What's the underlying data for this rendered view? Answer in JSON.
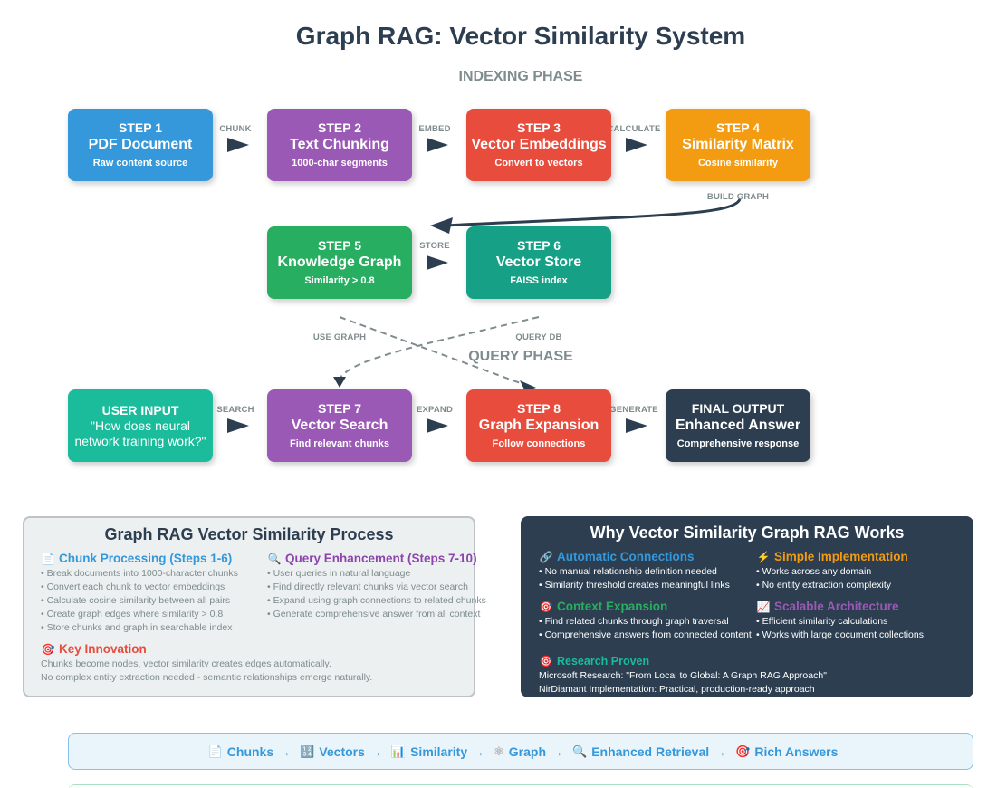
{
  "title": "Graph RAG: Vector Similarity System",
  "phases": {
    "indexing": "INDEXING PHASE",
    "query": "QUERY PHASE"
  },
  "colors": {
    "blue": "#3498db",
    "purple": "#9b59b6",
    "red": "#e74c3c",
    "orange": "#f39c12",
    "green": "#27ae60",
    "teal": "#16a085",
    "turquoise": "#1abc9c",
    "dark": "#2c3e50",
    "gray": "#7f8c8d"
  },
  "nodes": {
    "step1": {
      "step": "STEP 1",
      "name": "PDF Document",
      "desc": "Raw content source"
    },
    "step2": {
      "step": "STEP 2",
      "name": "Text Chunking",
      "desc": "1000-char segments"
    },
    "step3": {
      "step": "STEP 3",
      "name": "Vector Embeddings",
      "desc": "Convert to vectors"
    },
    "step4": {
      "step": "STEP 4",
      "name": "Similarity Matrix",
      "desc": "Cosine similarity"
    },
    "step5": {
      "step": "STEP 5",
      "name": "Knowledge Graph",
      "desc": "Similarity > 0.8"
    },
    "step6": {
      "step": "STEP 6",
      "name": "Vector Store",
      "desc": "FAISS index"
    },
    "user_input": {
      "step": "USER INPUT",
      "query": "\"How does neural network training work?\""
    },
    "step7": {
      "step": "STEP 7",
      "name": "Vector Search",
      "desc": "Find relevant chunks"
    },
    "step8": {
      "step": "STEP 8",
      "name": "Graph Expansion",
      "desc": "Follow connections"
    },
    "final": {
      "step": "FINAL OUTPUT",
      "name": "Enhanced Answer",
      "desc": "Comprehensive response"
    }
  },
  "edges": {
    "chunk": "CHUNK",
    "embed": "EMBED",
    "calculate": "CALCULATE",
    "build_graph": "BUILD GRAPH",
    "store": "STORE",
    "use_graph": "USE GRAPH",
    "query_db": "QUERY DB",
    "search": "SEARCH",
    "expand": "EXPAND",
    "generate": "GENERATE"
  },
  "process_panel": {
    "title": "Graph RAG Vector Similarity Process",
    "chunk_processing": {
      "icon": "📄",
      "title": "Chunk Processing (Steps 1-6)",
      "items": [
        "• Break documents into 1000-character chunks",
        "• Convert each chunk to vector embeddings",
        "• Calculate cosine similarity between all pairs",
        "• Create graph edges where similarity > 0.8",
        "• Store chunks and graph in searchable index"
      ]
    },
    "query_enhancement": {
      "icon": "🔍",
      "title": "Query Enhancement (Steps 7-10)",
      "items": [
        "• User queries in natural language",
        "• Find directly relevant chunks via vector search",
        "• Expand using graph connections to related chunks",
        "• Generate comprehensive answer from all context"
      ]
    },
    "key_innovation": {
      "icon": "🎯",
      "title": "Key Innovation",
      "lines": [
        "Chunks become nodes, vector similarity creates edges automatically.",
        "No complex entity extraction needed - semantic relationships emerge naturally."
      ]
    }
  },
  "why_panel": {
    "title": "Why Vector Similarity Graph RAG Works",
    "automatic_connections": {
      "icon": "🔗",
      "title": "Automatic Connections",
      "items": [
        "• No manual relationship definition needed",
        "• Similarity threshold creates meaningful links"
      ]
    },
    "simple_implementation": {
      "icon": "⚡",
      "title": "Simple Implementation",
      "items": [
        "• Works across any domain",
        "• No entity extraction complexity"
      ]
    },
    "context_expansion": {
      "icon": "🎯",
      "title": "Context Expansion",
      "items": [
        "• Find related chunks through graph traversal",
        "• Comprehensive answers from connected content"
      ]
    },
    "scalable_architecture": {
      "icon": "📈",
      "title": "Scalable Architecture",
      "items": [
        "• Efficient similarity calculations",
        "• Works with large document collections"
      ]
    },
    "research_proven": {
      "icon": "🎯",
      "title": "Research Proven",
      "lines": [
        "Microsoft Research: \"From Local to Global: A Graph RAG Approach\"",
        "NirDiamant Implementation: Practical, production-ready approach"
      ]
    }
  },
  "flow_banner": {
    "items": [
      {
        "icon": "📄",
        "label": "Chunks"
      },
      {
        "icon": "🔢",
        "label": "Vectors"
      },
      {
        "icon": "📊",
        "label": "Similarity"
      },
      {
        "icon": "⚛",
        "label": "Graph"
      },
      {
        "icon": "🔍",
        "label": "Enhanced Retrieval"
      },
      {
        "icon": "🎯",
        "label": "Rich Answers"
      }
    ],
    "arrow": "→"
  }
}
